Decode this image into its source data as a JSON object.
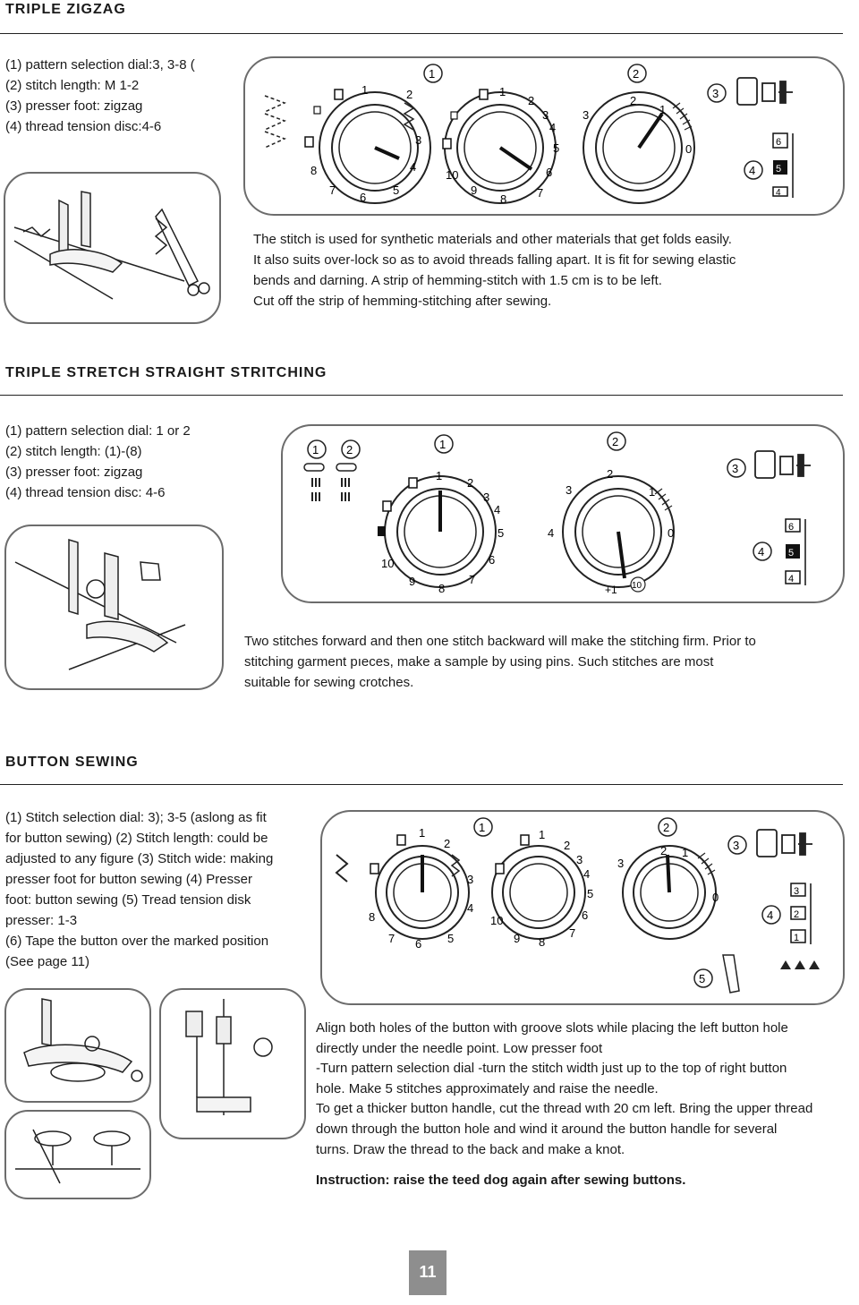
{
  "page_number": "11",
  "sections": [
    {
      "title": "TRIPLE ZIGZAG",
      "settings": [
        "(1) pattern selection dial:3, 3-8 (",
        "(2) stitch length: M 1-2",
        "(3) presser foot: zigzag",
        "(4) thread tension disc:4-6"
      ],
      "description": [
        "The stitch is used for synthetic materials and other materials that get folds easily.",
        "It also suits over-lock so as to avoid threads falling apart. It is fit for sewing elastic",
        "bends and darning. A strip of hemming-stitch with 1.5 cm is to be left.",
        "Cut off the strip of hemming-stitching after sewing."
      ],
      "diagram": {
        "callouts": [
          "1",
          "2",
          "3",
          "4"
        ],
        "dial1_numbers": [
          "1",
          "2",
          "3",
          "4",
          "5",
          "6",
          "7",
          "8"
        ],
        "dial2_numbers": [
          "1",
          "2",
          "3",
          "4",
          "5",
          "6",
          "7",
          "8",
          "9",
          "10"
        ],
        "dial3_numbers": [
          "2",
          "3",
          "1",
          "0"
        ],
        "tension_numbers": [
          "6",
          "5",
          "4"
        ]
      }
    },
    {
      "title": "TRIPLE STRETCH STRAIGHT STRITCHING",
      "settings": [
        "(1) pattern selection dial: 1 or 2",
        "(2) stitch length: (1)-(8)",
        "(3) presser foot: zigzag",
        "(4) thread tension disc: 4-6"
      ],
      "description": [
        "Two stitches forward and then one stitch backward will make the stitching firm. Prior to",
        "stitching garment pıeces, make a sample by using pins. Such stitches are most",
        "suitable for sewing crotches."
      ],
      "diagram": {
        "callouts": [
          "1",
          "2",
          "1",
          "2",
          "3",
          "4"
        ],
        "dial1_numbers": [
          "1",
          "2",
          "3",
          "4",
          "5",
          "6",
          "7",
          "8",
          "9",
          "10"
        ],
        "dial2_numbers": [
          "2",
          "3",
          "4",
          "1",
          "0",
          "+1",
          "10"
        ],
        "tension_numbers": [
          "6",
          "5",
          "4"
        ]
      }
    },
    {
      "title": "BUTTON SEWING",
      "settings": [
        "(1) Stitch selection dial: 3); 3-5  (aslong as fit",
        "for button sewing)  (2) Stitch length: could be",
        "adjusted to any figure (3) Stitch wide: making",
        "presser foot for button sewing  (4) Presser",
        "foot: button sewing (5) Tread tension disk",
        "presser: 1-3",
        "(6) Tape the button over the marked position",
        "(See page 11)"
      ],
      "description": [
        "Align both holes of the button with groove slots while placing the left button hole",
        "directly under the needle point. Low presser foot",
        "-Turn pattern selection dial -turn the stitch width just up to the top of right button",
        "hole. Make 5 stitches approximately and raise the needle.",
        "To get a thicker button handle, cut the thread wıth 20 cm left. Bring the upper thread",
        "down through the button hole and wind it around the button handle for several",
        "turns. Draw the thread to the back and make a knot."
      ],
      "instruction": "Instruction: raise the teed dog again after sewing buttons.",
      "diagram": {
        "callouts": [
          "1",
          "2",
          "3",
          "4",
          "5"
        ],
        "dial1_numbers": [
          "1",
          "2",
          "3",
          "4",
          "5",
          "6",
          "7",
          "8"
        ],
        "dial2_numbers": [
          "1",
          "2",
          "3",
          "4",
          "5",
          "6",
          "7",
          "8",
          "9",
          "10"
        ],
        "dial3_numbers": [
          "2",
          "3",
          "1",
          "0"
        ],
        "tension_numbers": [
          "3",
          "2",
          "1"
        ]
      }
    }
  ]
}
